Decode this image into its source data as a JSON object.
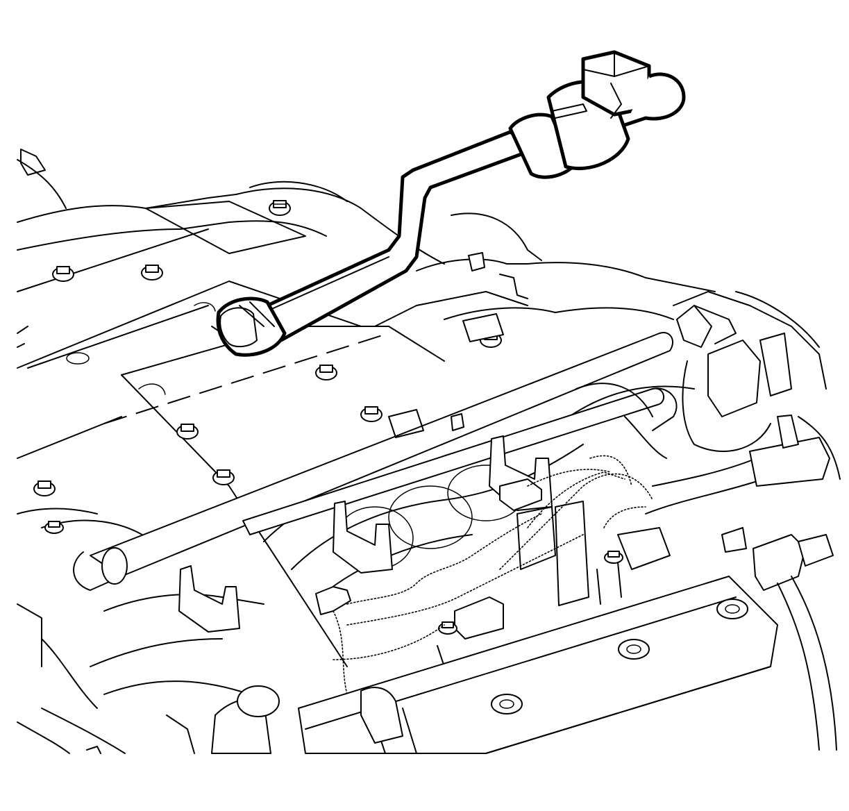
{
  "figure": {
    "kind": "exploded-view-line-art",
    "colors": {
      "background": "#ffffff",
      "ink": "#000000"
    },
    "components": [
      {
        "name": "fuel-feed-pipe",
        "emphasis": "bold-outline"
      },
      {
        "name": "quick-connect-fitting"
      },
      {
        "name": "fuel-rail"
      },
      {
        "name": "fuel-injectors"
      },
      {
        "name": "intake-manifold"
      },
      {
        "name": "engine-cover"
      },
      {
        "name": "cylinder-head-cover"
      },
      {
        "name": "wiring-harness-connectors"
      }
    ]
  }
}
